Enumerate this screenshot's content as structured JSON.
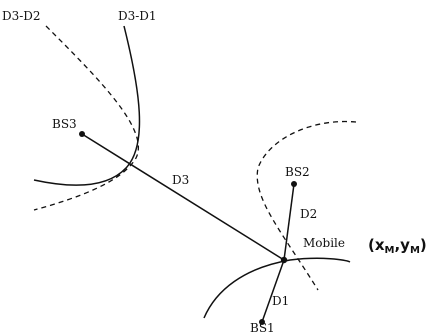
{
  "labels": {
    "d3_d2": "D3-D2",
    "d3_d1": "D3-D1",
    "bs3": "BS3",
    "bs2": "BS2",
    "bs1": "BS1",
    "d1": "D1",
    "d2": "D2",
    "d3": "D3",
    "mobile": "Mobile",
    "coord_open": "(x",
    "coord_m1": "M",
    "coord_comma": ",y",
    "coord_m2": "M",
    "coord_close": ")"
  }
}
